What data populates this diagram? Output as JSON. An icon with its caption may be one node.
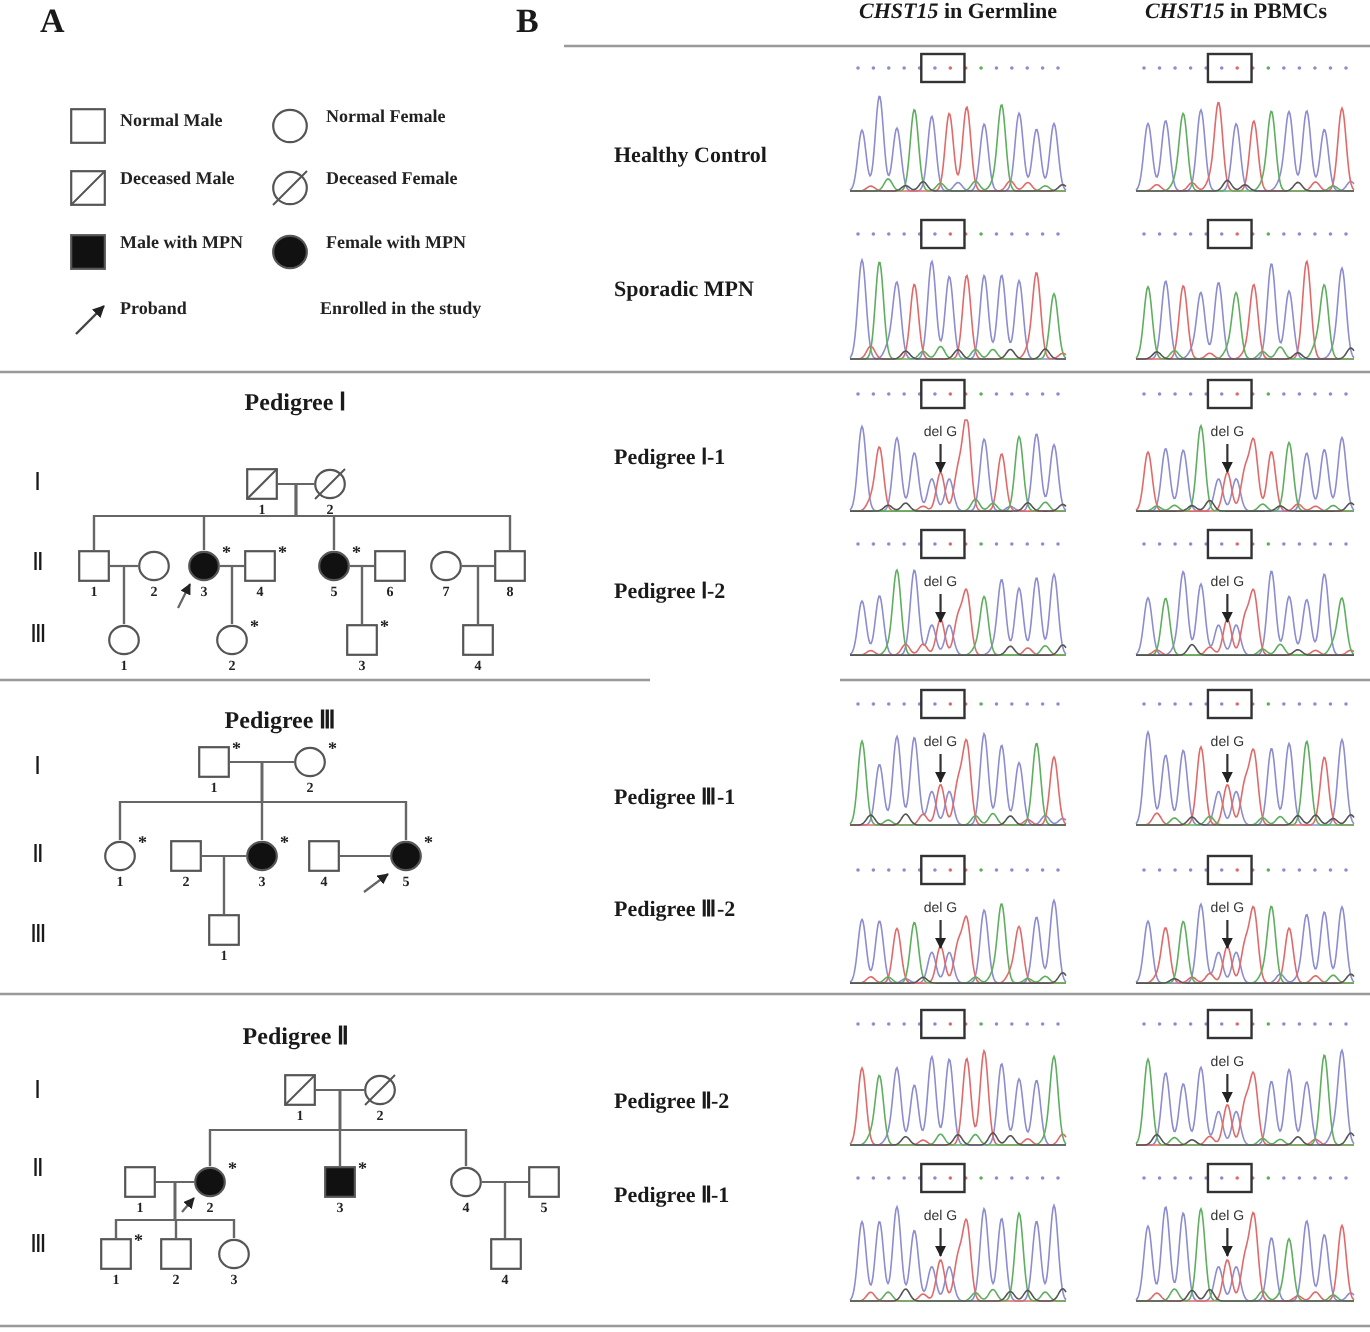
{
  "diagram": {
    "nodes": [
      {
        "text": [
          "1"
        ]
      },
      {
        "text": [
          "2"
        ]
      },
      {
        "text": [
          "1"
        ]
      },
      {
        "text": [
          "2"
        ]
      },
      {
        "text": [
          "3"
        ],
        "beside": [
          "*"
        ]
      },
      {
        "text": [
          "4"
        ],
        "beside": [
          "*"
        ]
      },
      {
        "text": [
          "5"
        ],
        "beside": [
          "*"
        ]
      },
      {
        "text": [
          "6"
        ]
      },
      {
        "text": [
          "7"
        ]
      },
      {
        "text": [
          "8"
        ]
      },
      {
        "text": [
          "1"
        ]
      },
      {
        "text": [
          "2"
        ],
        "beside": [
          "*"
        ]
      },
      {
        "text": [
          "3"
        ],
        "beside": [
          "*"
        ]
      },
      {
        "text": [
          "4"
        ]
      },
      {
        "text": [
          "1"
        ],
        "beside": [
          "*"
        ]
      },
      {
        "text": [
          "2"
        ],
        "beside": [
          "*"
        ]
      },
      {
        "text": [
          "1"
        ],
        "beside": [
          "*"
        ]
      },
      {
        "text": [
          "2"
        ]
      },
      {
        "text": [
          "3"
        ],
        "beside": [
          "*"
        ]
      },
      {
        "text": [
          "4"
        ]
      },
      {
        "text": [
          "5"
        ],
        "beside": [
          "*"
        ]
      },
      {
        "text": [
          "1"
        ]
      },
      {
        "text": [
          "1"
        ]
      },
      {
        "text": [
          "2"
        ]
      },
      {
        "text": [
          "1"
        ]
      },
      {
        "text": [
          "2"
        ],
        "beside": [
          "*"
        ]
      },
      {
        "text": [
          "3"
        ],
        "beside": [
          "*"
        ]
      },
      {
        "text": [
          "4"
        ]
      },
      {
        "text": [
          "5"
        ]
      },
      {
        "text": [
          "1"
        ],
        "beside": [
          "*"
        ]
      },
      {
        "text": [
          "2"
        ]
      },
      {
        "text": [
          "3"
        ]
      },
      {
        "text": [
          "4"
        ]
      }
    ],
    "edges": [
      {
        "from": 0,
        "to": 1,
        "arrow": "none"
      },
      {
        "from": 0,
        "to": 2,
        "arrow": "none"
      },
      {
        "from": 1,
        "to": 2,
        "arrow": "none"
      },
      {
        "from": 0,
        "to": 4,
        "arrow": "none"
      },
      {
        "from": 1,
        "to": 4,
        "arrow": "none"
      },
      {
        "from": 0,
        "to": 6,
        "arrow": "none"
      },
      {
        "from": 1,
        "to": 6,
        "arrow": "none"
      },
      {
        "from": 0,
        "to": 9,
        "arrow": "none"
      },
      {
        "from": 1,
        "to": 9,
        "arrow": "none"
      },
      {
        "from": 2,
        "to": 3,
        "arrow": "none"
      },
      {
        "from": 4,
        "to": 5,
        "arrow": "none"
      },
      {
        "from": 6,
        "to": 7,
        "arrow": "none"
      },
      {
        "from": 8,
        "to": 9,
        "arrow": "none"
      },
      {
        "from": 2,
        "to": 10,
        "arrow": "none"
      },
      {
        "from": 3,
        "to": 10,
        "arrow": "none"
      },
      {
        "from": 4,
        "to": 11,
        "arrow": "none"
      },
      {
        "from": 5,
        "to": 11,
        "arrow": "none"
      },
      {
        "from": 6,
        "to": 12,
        "arrow": "none"
      },
      {
        "from": 7,
        "to": 12,
        "arrow": "none"
      },
      {
        "from": 8,
        "to": 13,
        "arrow": "none"
      },
      {
        "from": 9,
        "to": 13,
        "arrow": "none"
      },
      {
        "from": null,
        "to": 4,
        "arrow": "to"
      },
      {
        "from": 14,
        "to": 15,
        "arrow": "none"
      },
      {
        "from": 14,
        "to": 16,
        "arrow": "none"
      },
      {
        "from": 15,
        "to": 16,
        "arrow": "none"
      },
      {
        "from": 14,
        "to": 18,
        "arrow": "none"
      },
      {
        "from": 15,
        "to": 18,
        "arrow": "none"
      },
      {
        "from": 14,
        "to": 20,
        "arrow": "none"
      },
      {
        "from": 15,
        "to": 20,
        "arrow": "none"
      },
      {
        "from": 17,
        "to": 18,
        "arrow": "none"
      },
      {
        "from": 19,
        "to": 20,
        "arrow": "none"
      },
      {
        "from": 17,
        "to": 21,
        "arrow": "none"
      },
      {
        "from": 18,
        "to": 21,
        "arrow": "none"
      },
      {
        "from": null,
        "to": 20,
        "arrow": "to"
      },
      {
        "from": 22,
        "to": 23,
        "arrow": "none"
      },
      {
        "from": 22,
        "to": 25,
        "arrow": "none"
      },
      {
        "from": 23,
        "to": 25,
        "arrow": "none"
      },
      {
        "from": 22,
        "to": 26,
        "arrow": "none"
      },
      {
        "from": 23,
        "to": 26,
        "arrow": "none"
      },
      {
        "from": 22,
        "to": 27,
        "arrow": "none"
      },
      {
        "from": 23,
        "to": 27,
        "arrow": "none"
      },
      {
        "from": 24,
        "to": 25,
        "arrow": "none"
      },
      {
        "from": 27,
        "to": 28,
        "arrow": "none"
      },
      {
        "from": 24,
        "to": 29,
        "arrow": "none"
      },
      {
        "from": 25,
        "to": 29,
        "arrow": "none"
      },
      {
        "from": 24,
        "to": 30,
        "arrow": "none"
      },
      {
        "from": 25,
        "to": 30,
        "arrow": "none"
      },
      {
        "from": 24,
        "to": 31,
        "arrow": "none"
      },
      {
        "from": 25,
        "to": 31,
        "arrow": "none"
      },
      {
        "from": 27,
        "to": 32,
        "arrow": "none"
      },
      {
        "from": 28,
        "to": 32,
        "arrow": "none"
      },
      {
        "from": null,
        "to": 25,
        "arrow": "to"
      }
    ],
    "labels": [
      "A",
      "B",
      "*CHST15* in Germline",
      "*CHST15* in PBMCs",
      "Pedigree Ⅰ",
      "Ⅰ",
      "Ⅱ",
      "Ⅲ",
      "Pedigree Ⅲ",
      "Ⅰ",
      "Ⅱ",
      "Ⅲ",
      "Pedigree Ⅱ",
      "Ⅰ",
      "Ⅱ",
      "Ⅲ",
      "Healthy Control",
      "Sporadic MPN",
      "Pedigree Ⅰ-1",
      "del G",
      "del G",
      "Pedigree Ⅰ-2",
      "del G",
      "del G",
      "Pedigree Ⅲ-1",
      "del G",
      "del G",
      "Pedigree Ⅲ-2",
      "del G",
      "del G",
      "Pedigree Ⅱ-2",
      "del G",
      "Pedigree Ⅱ-1",
      "del G",
      "del G"
    ],
    "legend": [
      {
        "text": "Normal Male"
      },
      {
        "text": "Normal Female"
      },
      {
        "text": "Deceased Male"
      },
      {
        "text": "Deceased Female"
      },
      {
        "text": "Male with MPN"
      },
      {
        "text": "Female with MPN"
      },
      {
        "text": "Proband"
      },
      {
        "text": "Enrolled in the study"
      }
    ]
  }
}
